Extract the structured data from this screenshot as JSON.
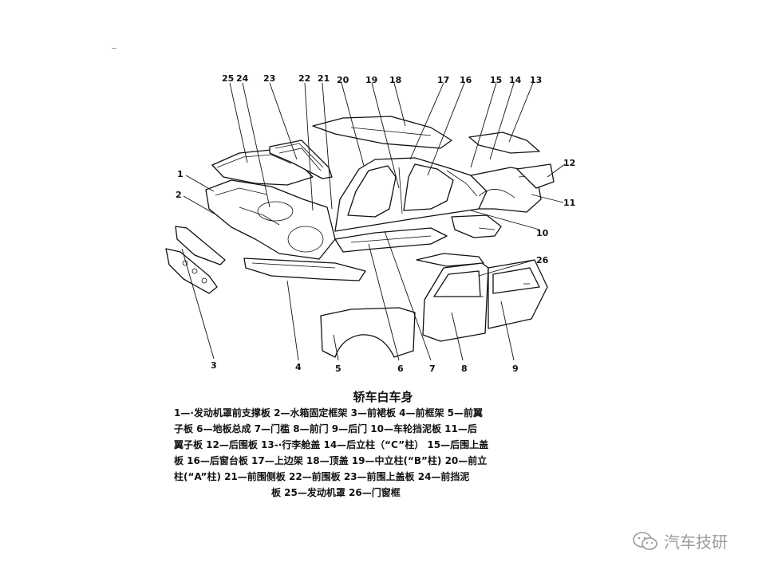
{
  "diagram": {
    "caption": "轿车白车身",
    "callouts": [
      "1",
      "2",
      "3",
      "4",
      "5",
      "6",
      "7",
      "8",
      "9",
      "10",
      "11",
      "12",
      "13",
      "14",
      "15",
      "16",
      "17",
      "18",
      "19",
      "20",
      "21",
      "22",
      "23",
      "24",
      "25",
      "26"
    ]
  },
  "legend": {
    "lines": [
      "1—·发动机罩前支撑板   2—水箱固定框架   3—前裙板   4—前框架   5—前翼",
      "子板   6—地板总成   7—门槛   8—前门   9—后门   10—车轮挡泥板   11—后",
      "翼子板   12—后围板   13-·行李舱盖   14—后立柱（“C”柱）  15—后围上盖",
      "板   16—后窗台板   17—上边架   18—顶盖  19—中立柱(“B”柱)   20—前立",
      "柱(“A”柱)   21—前围侧板   22—前围板   23—前围上盖板   24—前挡泥",
      "板   25—发动机罩   26—门窗框"
    ]
  },
  "watermark": {
    "text": "汽车技研",
    "icon": "wechat-icon"
  }
}
